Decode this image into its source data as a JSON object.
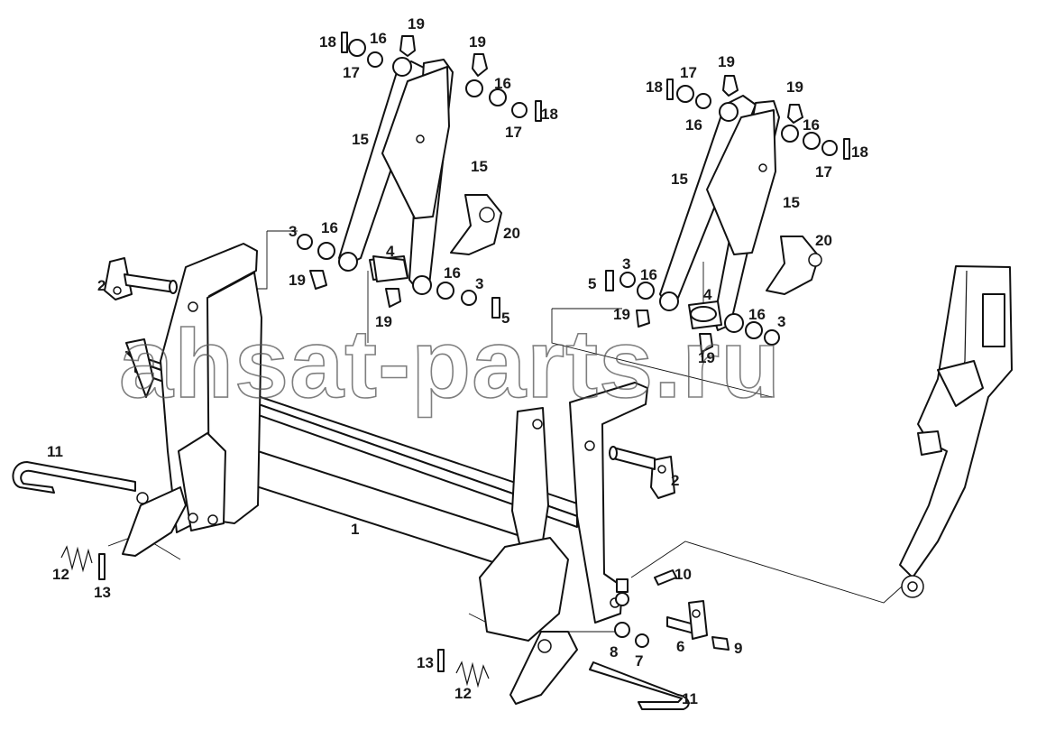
{
  "watermark": "ahsat-parts.ru",
  "labels": {
    "l1": "1",
    "l2a": "2",
    "l2b": "2",
    "l3a": "3",
    "l3b": "3",
    "l3c": "3",
    "l3d": "3",
    "l4a": "4",
    "l4b": "4",
    "l5a": "5",
    "l5b": "5",
    "l6": "6",
    "l7": "7",
    "l8": "8",
    "l9": "9",
    "l10": "10",
    "l11a": "11",
    "l11b": "11",
    "l12a": "12",
    "l12b": "12",
    "l13a": "13",
    "l13b": "13",
    "l15a": "15",
    "l15b": "15",
    "l15c": "15",
    "l15d": "15",
    "l16a": "16",
    "l16b": "16",
    "l16c": "16",
    "l16d": "16",
    "l16e": "16",
    "l16f": "16",
    "l16g": "16",
    "l16h": "16",
    "l17a": "17",
    "l17b": "17",
    "l17c": "17",
    "l17d": "17",
    "l18a": "18",
    "l18b": "18",
    "l18c": "18",
    "l18d": "18",
    "l19a": "19",
    "l19b": "19",
    "l19c": "19",
    "l19d": "19",
    "l19e": "19",
    "l19f": "19",
    "l19g": "19",
    "l19h": "19",
    "l20a": "20",
    "l20b": "20"
  }
}
